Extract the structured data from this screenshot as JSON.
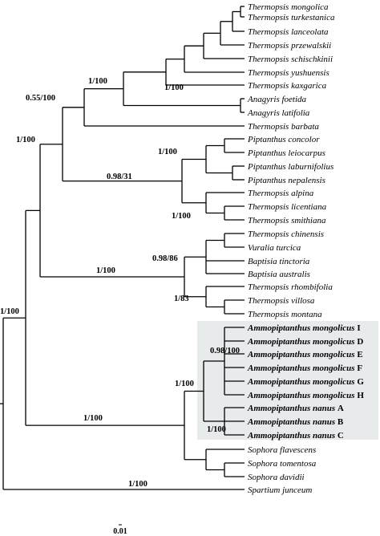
{
  "taxa": [
    {
      "genus": "Thermopsis",
      "species": "mongolica",
      "suffix": ""
    },
    {
      "genus": "Thermopsis",
      "species": "turkestanica",
      "suffix": ""
    },
    {
      "genus": "Thermopsis",
      "species": "lanceolata",
      "suffix": ""
    },
    {
      "genus": "Thermopsis",
      "species": "przewalskii",
      "suffix": ""
    },
    {
      "genus": "Thermopsis",
      "species": "schischkinii",
      "suffix": ""
    },
    {
      "genus": "Thermopsis",
      "species": "yushuensis",
      "suffix": ""
    },
    {
      "genus": "Thermopsis",
      "species": "kaxgarica",
      "suffix": ""
    },
    {
      "genus": "Anagyris",
      "species": "foetida",
      "suffix": ""
    },
    {
      "genus": "Anagyris",
      "species": "latifolia",
      "suffix": ""
    },
    {
      "genus": "Thermopsis",
      "species": "barbata",
      "suffix": ""
    },
    {
      "genus": "Piptanthus",
      "species": "concolor",
      "suffix": ""
    },
    {
      "genus": "Piptanthus",
      "species": "leiocarpus",
      "suffix": ""
    },
    {
      "genus": "Piptanthus",
      "species": "laburnifolius",
      "suffix": ""
    },
    {
      "genus": "Piptanthus",
      "species": "nepalensis",
      "suffix": ""
    },
    {
      "genus": "Thermopsis",
      "species": "alpina",
      "suffix": ""
    },
    {
      "genus": "Thermopsis",
      "species": "licentiana",
      "suffix": ""
    },
    {
      "genus": "Thermopsis",
      "species": "smithiana",
      "suffix": ""
    },
    {
      "genus": "Thermopsis",
      "species": "chinensis",
      "suffix": ""
    },
    {
      "genus": "Vuralia",
      "species": "turcica",
      "suffix": ""
    },
    {
      "genus": "Baptisia",
      "species": "tinctoria",
      "suffix": ""
    },
    {
      "genus": "Baptisia",
      "species": "australis",
      "suffix": ""
    },
    {
      "genus": "Thermopsis",
      "species": "rhombifolia",
      "suffix": ""
    },
    {
      "genus": "Thermopsis",
      "species": "villosa",
      "suffix": ""
    },
    {
      "genus": "Thermopsis",
      "species": "montana",
      "suffix": ""
    },
    {
      "genus": "Ammopiptanthus",
      "species": "mongolicus",
      "suffix": "I",
      "bold": true
    },
    {
      "genus": "Ammopiptanthus",
      "species": "mongolicus",
      "suffix": "D",
      "bold": true
    },
    {
      "genus": "Ammopiptanthus",
      "species": "mongolicus",
      "suffix": "E",
      "bold": true
    },
    {
      "genus": "Ammopiptanthus",
      "species": "mongolicus",
      "suffix": "F",
      "bold": true
    },
    {
      "genus": "Ammopiptanthus",
      "species": "mongolicus",
      "suffix": "G",
      "bold": true
    },
    {
      "genus": "Ammopiptanthus",
      "species": "mongolicus",
      "suffix": "H",
      "bold": true
    },
    {
      "genus": "Ammopiptanthus",
      "species": "nanus",
      "suffix": "A",
      "bold": true
    },
    {
      "genus": "Ammopiptanthus",
      "species": "nanus",
      "suffix": "B",
      "bold": true
    },
    {
      "genus": "Ammopiptanthus",
      "species": "nanus",
      "suffix": "C",
      "bold": true
    },
    {
      "genus": "Sophora",
      "species": "flavescens",
      "suffix": ""
    },
    {
      "genus": "Sophora",
      "species": "tomentosa",
      "suffix": ""
    },
    {
      "genus": "Sophora",
      "species": "davidii",
      "suffix": ""
    },
    {
      "genus": "Spartium",
      "species": "junceum",
      "suffix": ""
    }
  ],
  "support_labels": [
    "0.55/100",
    "1/100",
    "1/100",
    "1/100",
    "0.98/31",
    "1/100",
    "1/100",
    "0.98/86",
    "1/100",
    "1/83",
    "1/100",
    "0.98/100",
    "1/100",
    "1/100",
    "1/100",
    "1/100"
  ],
  "scale_bar": {
    "label": "0.01"
  },
  "highlight_color": "#e8ebec",
  "line_color": "#000000"
}
